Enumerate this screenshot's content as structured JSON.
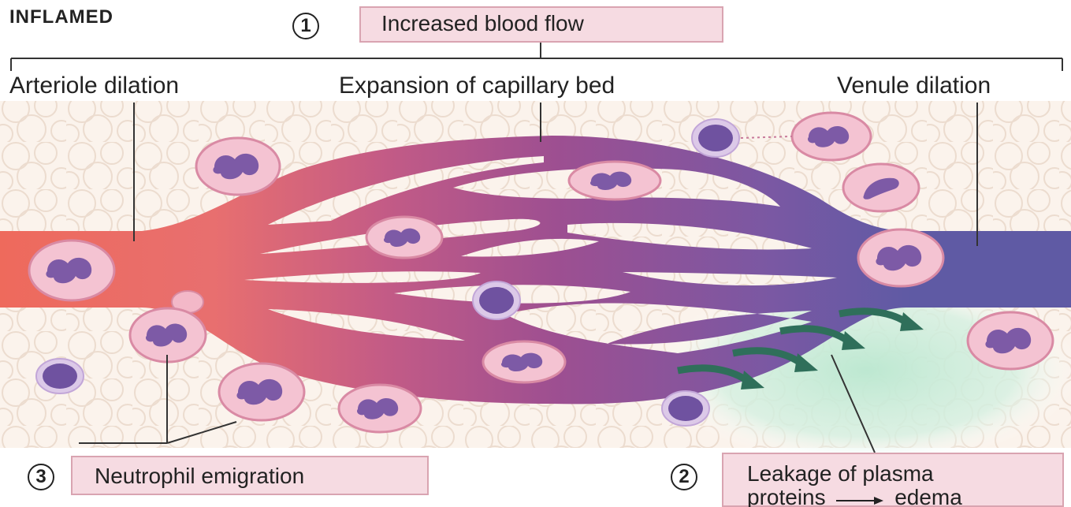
{
  "title": "INFLAMED",
  "callouts": {
    "blood_flow": {
      "number": "1",
      "text": "Increased blood flow"
    },
    "leakage": {
      "number": "2",
      "line1": "Leakage of plasma",
      "line2_start": "proteins",
      "line2_end": "edema"
    },
    "emigration": {
      "number": "3",
      "text": "Neutrophil emigration"
    }
  },
  "labels": {
    "arteriole": "Arteriole dilation",
    "capillary": "Expansion of capillary bed",
    "venule": "Venule dilation"
  },
  "colors": {
    "arteriole": "#ee6a5c",
    "capillary": "#a9508e",
    "venule": "#5f5aa4",
    "callout_fill": "#f6dbe2",
    "edema": "#c7ecd8",
    "neutrophil_nucleus": "#7d5aa6"
  }
}
